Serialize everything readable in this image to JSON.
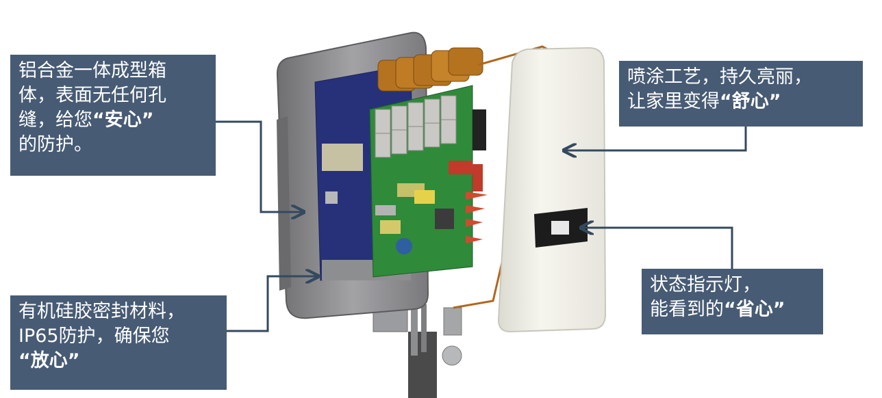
{
  "colors": {
    "callout_bg": "#475b74",
    "callout_text": "#ffffff",
    "arrow": "#34495e",
    "housing": "#8a8a8c",
    "pcb": "#2f8a3a",
    "back_panel": "#27317a",
    "capacitor": "#b5731f",
    "cover": "#f0efe8"
  },
  "callouts": {
    "left_top": {
      "line1": "铝合金一体成型箱",
      "line2": "体，表面无任何孔",
      "line3_pre": "缝，给您",
      "line3_em": "“安心”",
      "line4": "的防护。"
    },
    "left_bottom": {
      "line1": "有机硅胶密封材料，",
      "line2": "IP65防护，确保您",
      "line3_em": "“放心”"
    },
    "right_top": {
      "line1": "喷涂工艺，持久亮丽，",
      "line2_pre": "让家里变得",
      "line2_em": "“舒心”"
    },
    "right_bottom": {
      "line1": "状态指示灯，",
      "line2_pre": "能看到的",
      "line2_em": "“省心”"
    }
  }
}
